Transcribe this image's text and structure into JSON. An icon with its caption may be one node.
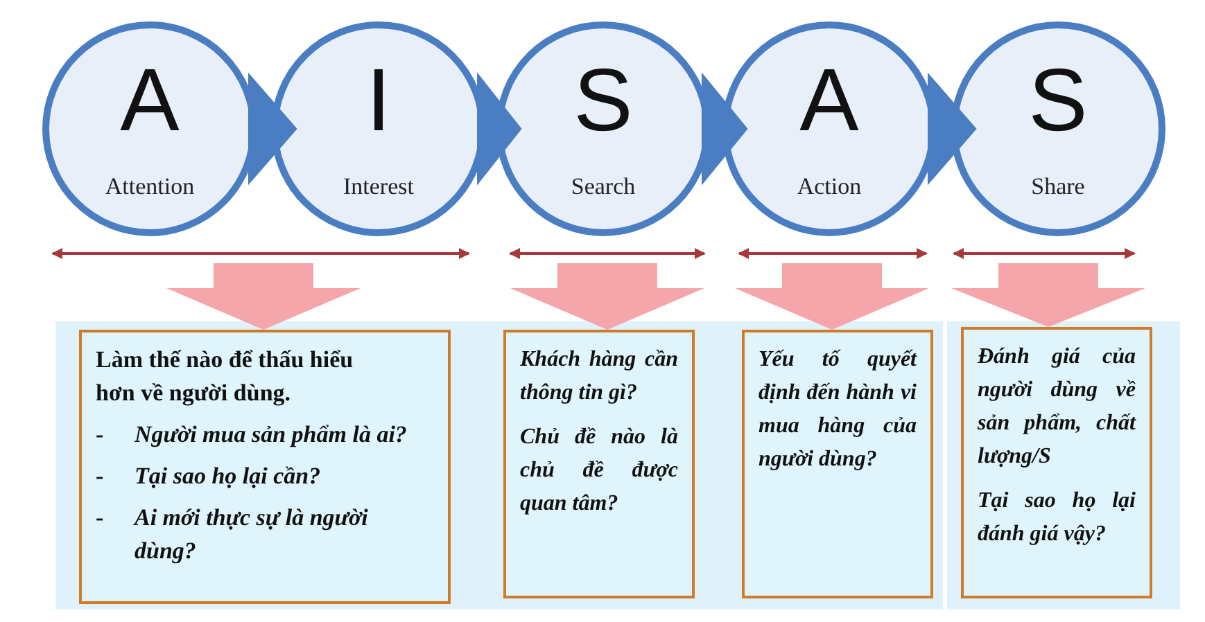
{
  "diagram": {
    "nodes": [
      {
        "text": [
          "A",
          "Attention"
        ]
      },
      {
        "text": [
          "I",
          "Interest"
        ]
      },
      {
        "text": [
          "S",
          "Search"
        ]
      },
      {
        "text": [
          "A",
          "Action"
        ]
      },
      {
        "text": [
          "S",
          "Share"
        ]
      },
      {
        "text": [
          "Làm thế nào để thấu hiểu hơn về người dùng.",
          "-",
          "Người mua sản phẩm là ai?",
          "-",
          "Tại sao họ lại cần?",
          "-",
          "Ai mới thực sự là người dùng?"
        ]
      },
      {
        "text": [
          "Khách hàng cần thông tin gì?",
          "Chủ đề nào là chủ đề được quan tâm?"
        ]
      },
      {
        "text": [
          "Yếu tố quyết định đến hành vi mua hàng của người dùng?"
        ]
      },
      {
        "text": [
          "Đánh giá của người dùng về sản phẩm, chất lượng/S",
          "Tại sao họ lại đánh giá vậy?"
        ]
      }
    ],
    "edges": [
      {
        "from": 0,
        "to": 1,
        "arrow": "to"
      },
      {
        "from": 1,
        "to": 2,
        "arrow": "to"
      },
      {
        "from": 2,
        "to": 3,
        "arrow": "to"
      },
      {
        "from": 3,
        "to": 4,
        "arrow": "to"
      },
      {
        "from": null,
        "to": 5,
        "arrow": "to",
        "style": "thick",
        "color": "#f4a6ab"
      },
      {
        "from": null,
        "to": 6,
        "arrow": "to",
        "style": "thick",
        "color": "#f4a6ab"
      },
      {
        "from": null,
        "to": 7,
        "arrow": "to",
        "style": "thick",
        "color": "#f4a6ab"
      },
      {
        "from": null,
        "to": 8,
        "arrow": "to",
        "style": "thick",
        "color": "#f4a6ab"
      }
    ]
  }
}
